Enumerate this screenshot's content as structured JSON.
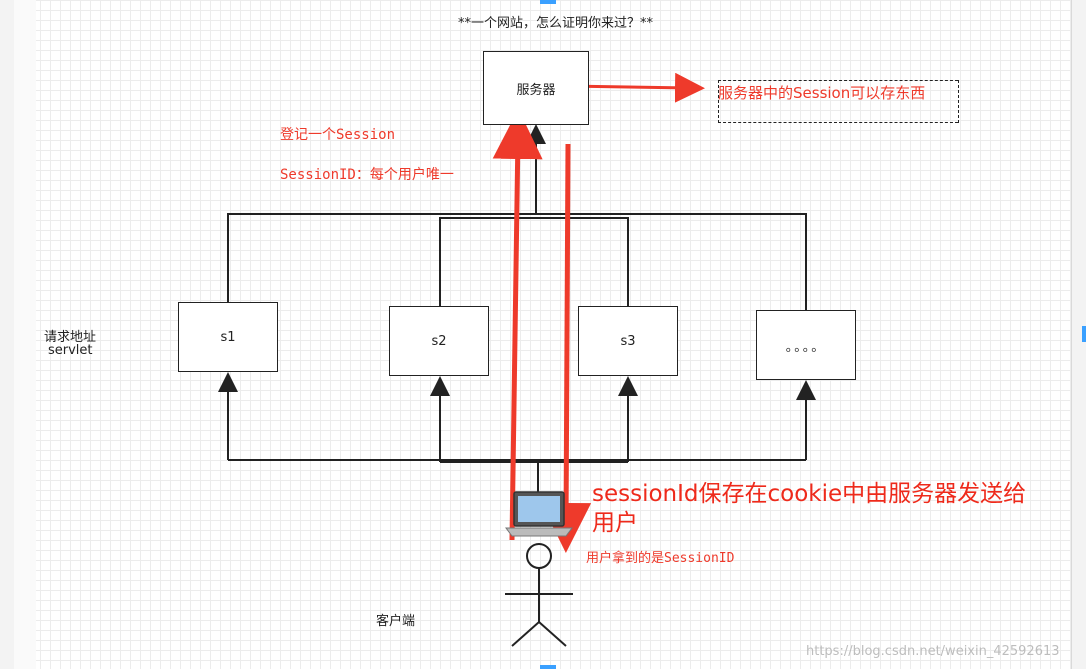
{
  "title": "**一个网站，怎么证明你来过？**",
  "server_box": "服务器",
  "server_note": "服务器中的Session可以存东西",
  "register_session": "登记一个Session",
  "session_id_note": "SessionID：每个用户唯一",
  "left_label": {
    "line1": "请求地址",
    "line2": "servlet"
  },
  "servlets": [
    "s1",
    "s2",
    "s3",
    "。。。。"
  ],
  "callout": {
    "line1": "sessionId保存在cookie中由服务器发送给",
    "line2": "用户"
  },
  "user_gets": "用户拿到的是SessionID",
  "client": "客户端",
  "watermark": "https://blog.csdn.net/weixin_42592613",
  "colors": {
    "red": "#ee3a2b",
    "stroke": "#222222",
    "grid": "#ececec"
  }
}
